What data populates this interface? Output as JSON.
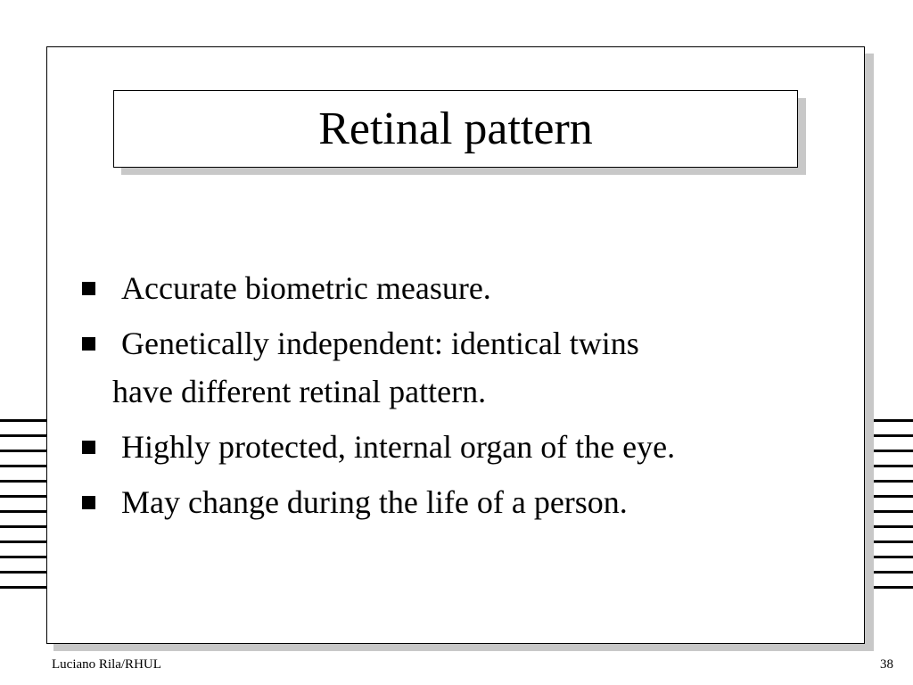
{
  "slide": {
    "title": "Retinal pattern",
    "bullets": [
      {
        "line1": "Accurate biometric measure.",
        "line2": ""
      },
      {
        "line1": "Genetically independent: identical twins",
        "line2": "have different retinal pattern."
      },
      {
        "line1": "Highly protected, internal organ of the eye.",
        "line2": ""
      },
      {
        "line1": "May change during the life of a person.",
        "line2": ""
      }
    ],
    "bullet_icon": "square-bullet-icon"
  },
  "footer": {
    "author": "Luciano Rila/RHUL",
    "page_number": "38"
  }
}
